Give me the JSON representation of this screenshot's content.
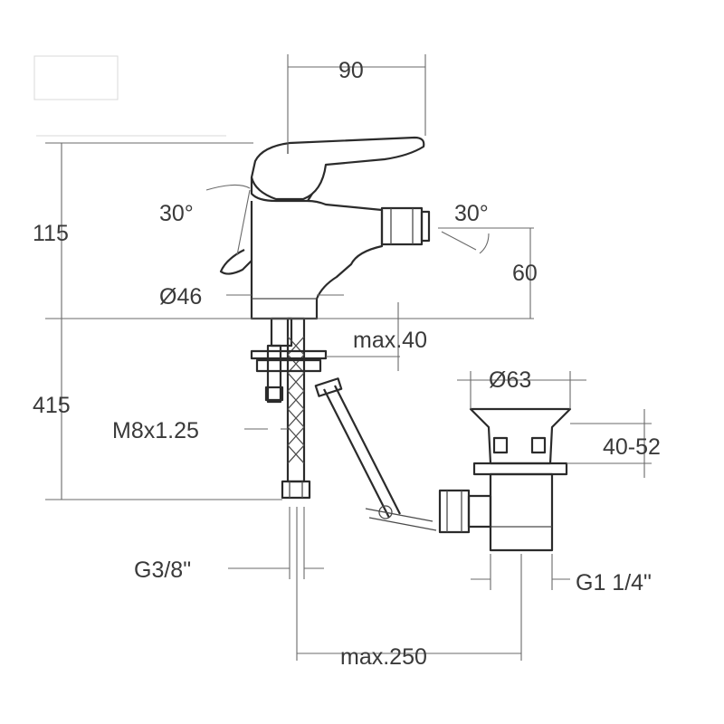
{
  "dimensions": {
    "top_width": "90",
    "height_upper": "115",
    "height_lower": "415",
    "lever_angle": "30°",
    "spout_angle": "30°",
    "spout_height": "60",
    "body_diameter": "Ø46",
    "max_deck_thickness": "max.40",
    "waste_diameter": "Ø63",
    "waste_range": "40-52",
    "thread": "M8x1.25",
    "hose_connection": "G3/8\"",
    "waste_thread": "G1 1/4\"",
    "max_distance": "max.250"
  },
  "colors": {
    "line": "#2b2b2b",
    "dimension": "#6a6a6a",
    "text": "#3a3a3a",
    "background": "#ffffff"
  }
}
